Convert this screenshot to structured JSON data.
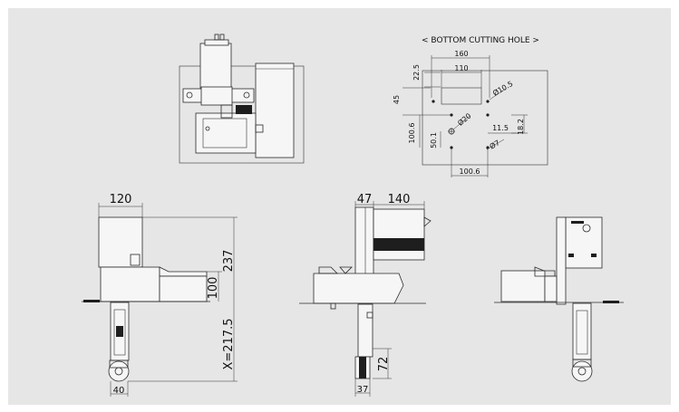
{
  "title": "< BOTTOM CUTTING HOLE >",
  "hole_dims": {
    "d160": "160",
    "d110": "110",
    "d22_5": "22.5",
    "d45": "45",
    "d100_6_v": "100.6",
    "d50_1": "50.1",
    "phi10_5": "Ø10.5",
    "phi20": "Ø20",
    "phi7": "Ø7",
    "d11_5": "11.5",
    "d18_2": "18.2",
    "d100_6_h": "100.6"
  },
  "front_dims": {
    "d120": "120",
    "d237": "237",
    "d100": "100",
    "x217_5": "X=217.5",
    "d40": "40"
  },
  "side_dims": {
    "d47": "47",
    "d140": "140",
    "d72": "72",
    "d37": "37"
  },
  "colors": {
    "background": "#e6e6e6",
    "line": "#2a2a2a",
    "fill": "#f6f6f6",
    "dark": "#1e1e1e"
  }
}
